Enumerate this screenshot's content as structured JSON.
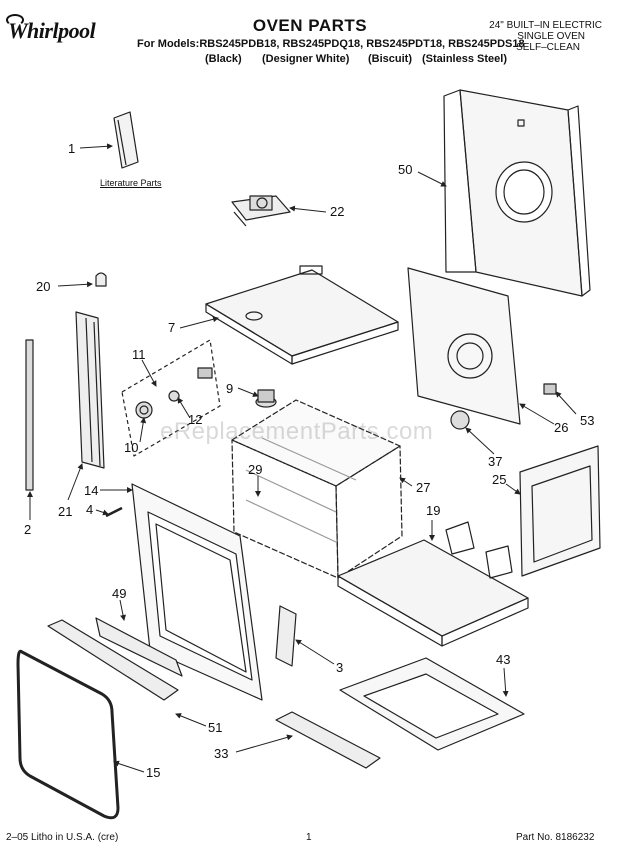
{
  "header": {
    "brand": "Whirlpool",
    "title": "OVEN PARTS",
    "models": "For Models:RBS245PDB18, RBS245PDQ18, RBS245PDT18, RBS245PDS18",
    "colors": [
      "(Black)",
      "(Designer White)",
      "(Biscuit)",
      "(Stainless Steel)"
    ],
    "type_lines": [
      "24\" BUILT–IN ELECTRIC",
      "SINGLE OVEN",
      "SELF–CLEAN"
    ]
  },
  "literature_label": "Literature Parts",
  "watermark": "eReplacementParts.com",
  "parts": [
    "1",
    "22",
    "50",
    "20",
    "7",
    "11",
    "9",
    "53",
    "12",
    "26",
    "10",
    "37",
    "2",
    "21",
    "14",
    "4",
    "29",
    "27",
    "25",
    "19",
    "49",
    "3",
    "43",
    "51",
    "15",
    "33"
  ],
  "footer": {
    "litho": "2–05 Litho in U.S.A. (cre)",
    "page": "1",
    "part_no": "Part No. 8186232"
  }
}
